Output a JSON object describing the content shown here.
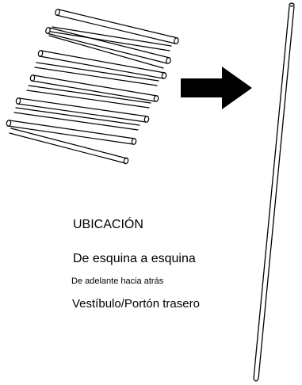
{
  "heading": "UBICACIÓN",
  "options": [
    "De esquina a esquina",
    "De adelante hacia atrás",
    "Vestíbulo/Portón trasero"
  ],
  "colors": {
    "ink": "#000000",
    "background": "#ffffff"
  }
}
